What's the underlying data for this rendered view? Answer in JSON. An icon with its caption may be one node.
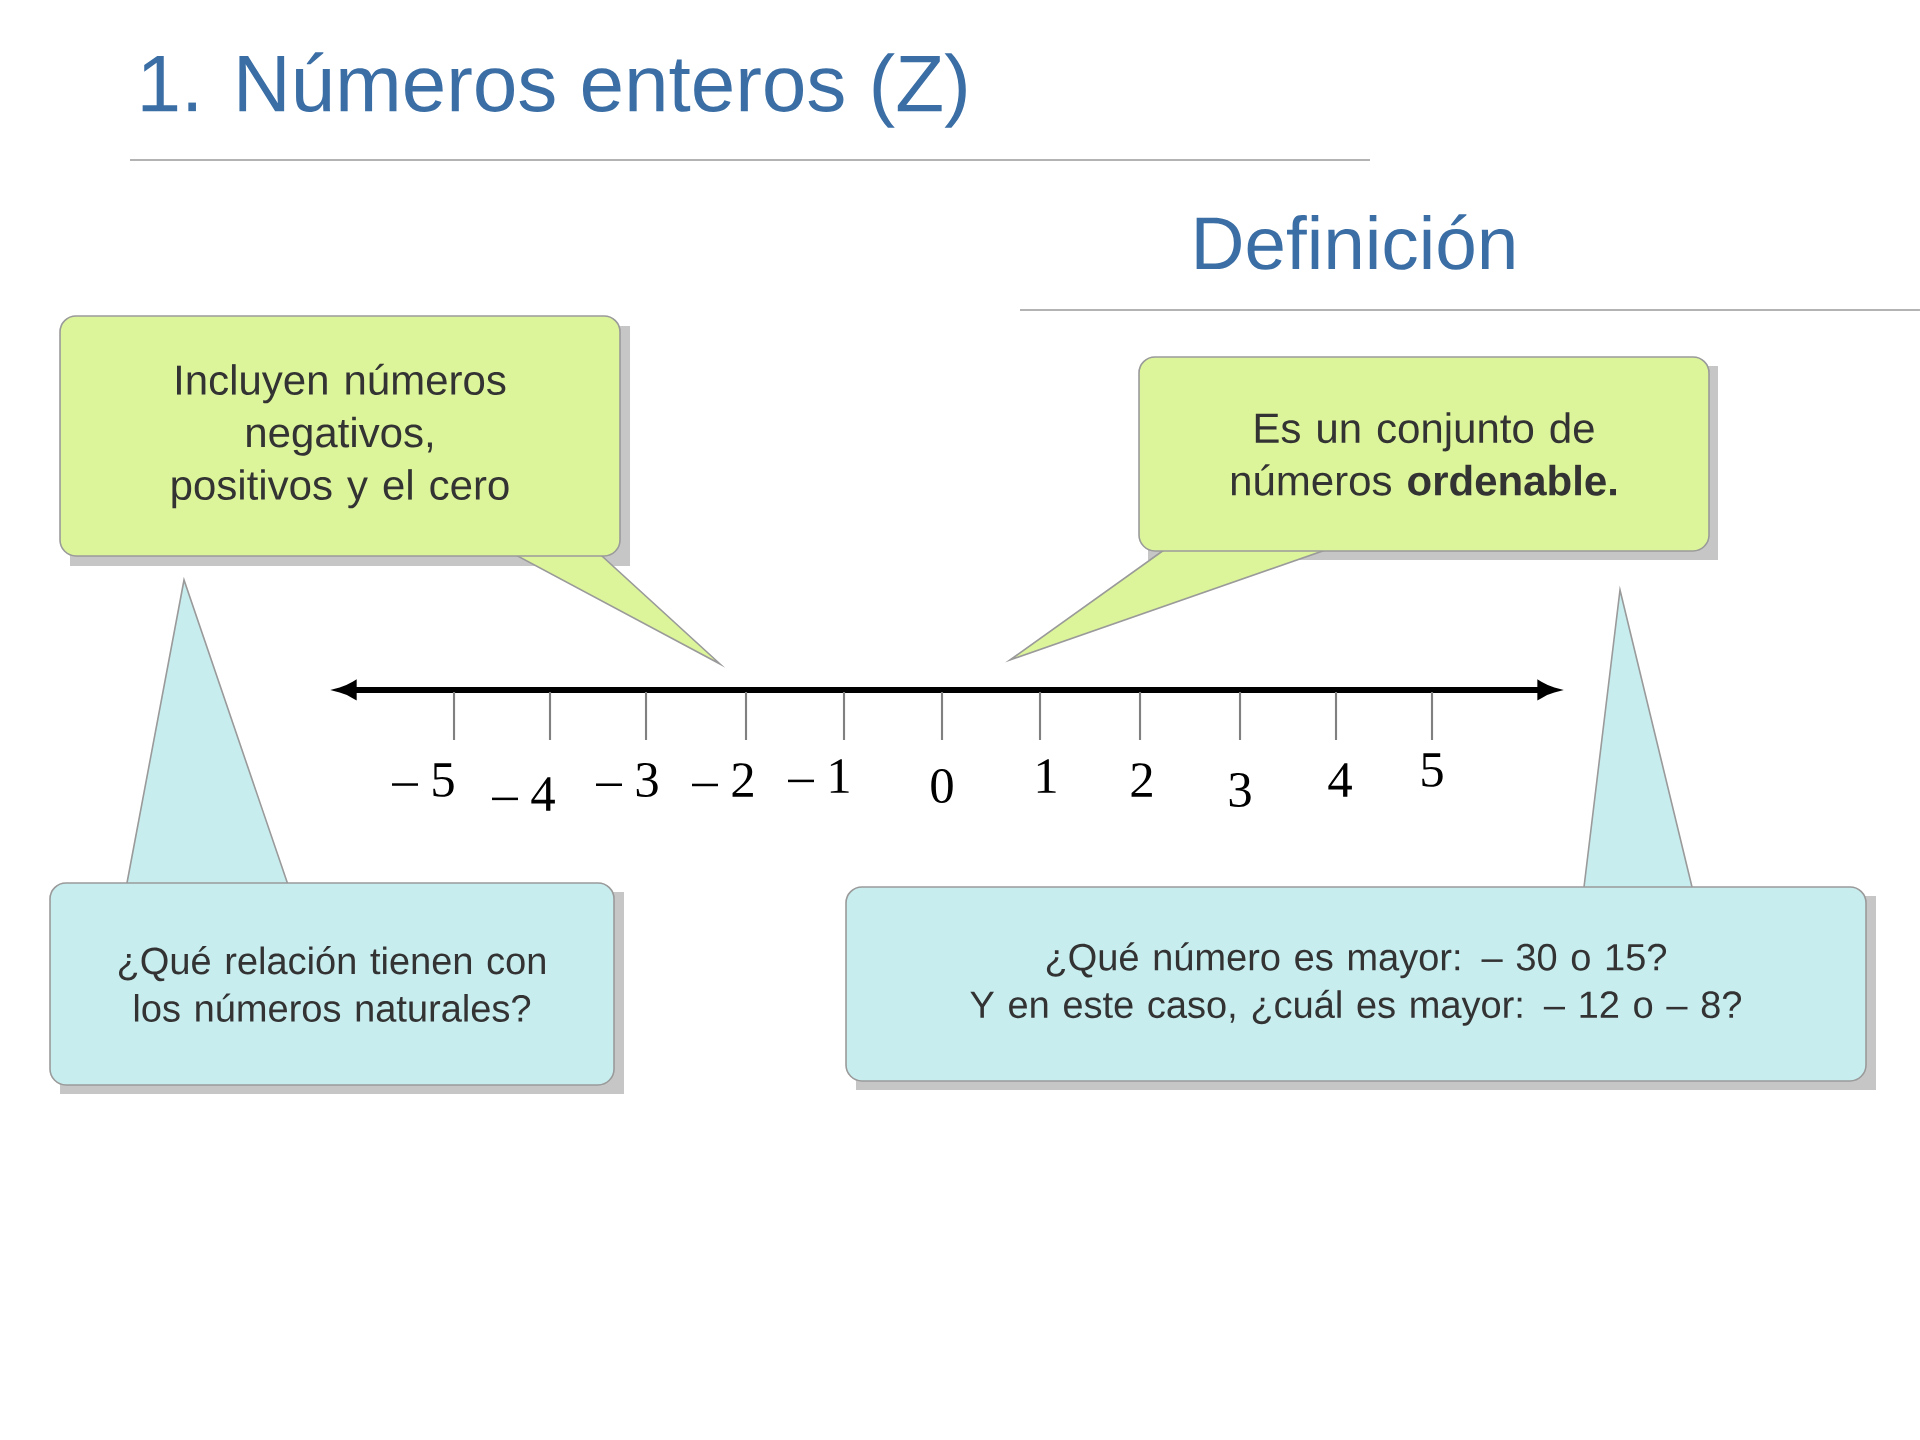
{
  "diagram": {
    "title": "1. Números enteros (Z)",
    "nodes": [
      {
        "text": [
          "Incluyen números negativos, positivos y el cero"
        ]
      },
      {
        "text": [
          "Es un conjunto de números **ordenable.**"
        ]
      },
      {
        "text": [
          "¿Qué relación tienen con los números naturales?"
        ]
      },
      {
        "text": [
          "¿Qué número es mayor: – 30 o 15?",
          "Y en este caso, ¿cuál es mayor: – 12 o – 8?"
        ]
      }
    ],
    "labels": [
      "Definición",
      "– 5",
      "– 4",
      "– 3",
      "– 2",
      "– 1",
      "0",
      "1",
      "2",
      "3",
      "4",
      "5"
    ]
  }
}
